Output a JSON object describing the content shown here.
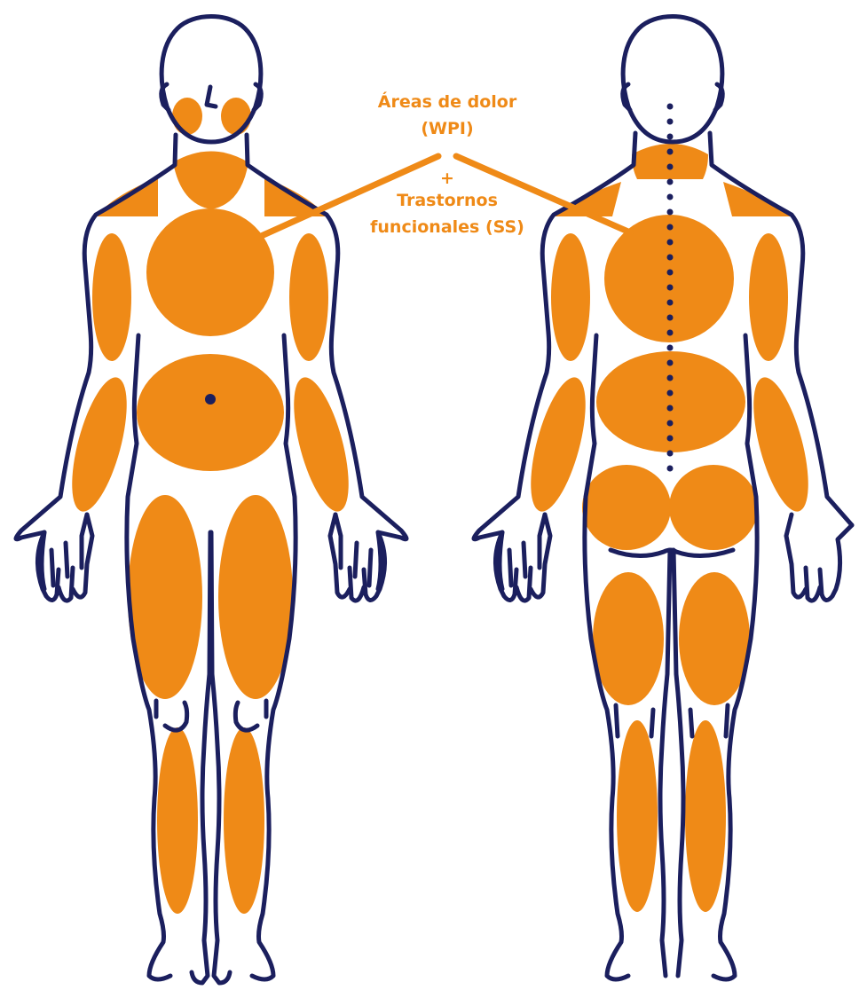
{
  "colors": {
    "outline": "#1b1f5e",
    "highlight": "#ef8a17",
    "background": "#ffffff"
  },
  "labels": {
    "line1": "Áreas de dolor",
    "line2": "(WPI)",
    "plus": "+",
    "line3": "Trastornos",
    "line4": "funcionales (SS)"
  }
}
